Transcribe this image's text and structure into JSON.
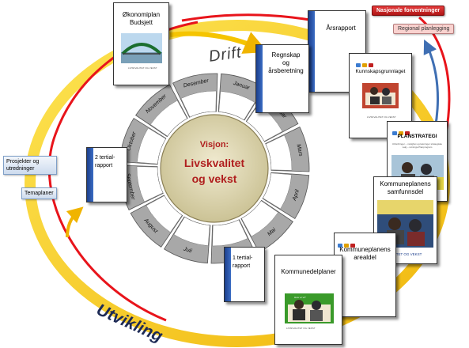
{
  "center": {
    "title": "Visjon:",
    "line1": "Livskvalitet",
    "line2": "og vekst"
  },
  "months": [
    "Januar",
    "Februar",
    "Mars",
    "April",
    "Mai",
    "Juni",
    "Juli",
    "August",
    "September",
    "Oktober",
    "November",
    "Desember"
  ],
  "labels": {
    "drift": "Drift",
    "utvikling": "Utvikling",
    "nasjonale": "Nasjonale forventninger",
    "regional": "Regional planlegging",
    "prosjekter": "Prosjekter og utredninger",
    "temaplaner": "Temaplaner"
  },
  "documents": {
    "okonomiplan": {
      "line1": "Økonomiplan",
      "line2": "Budsjett",
      "caption": "LIVSKVALITET OG VEKST"
    },
    "arsrapport": {
      "title": "Årsrapport"
    },
    "regnskap": {
      "line1": "Regnskap",
      "line2": "og",
      "line3": "årsberetning"
    },
    "kunnskap": {
      "title": "Kunnskapsgrunnlaget",
      "caption": "LIVSKVALITET OG VEKST"
    },
    "planstrategi": {
      "title": "PLANSTRATEGI",
      "sub": "Utfordringer – mulighet og løsninger strategiske valg – retnings-Planprogram"
    },
    "samfunnsdel": {
      "line1": "Kommuneplanens",
      "line2": "samfunnsdel",
      "footer": "LITET OG VEKST"
    },
    "arealdel": {
      "line1": "Kommuneplanens",
      "line2": "arealdel"
    },
    "delplaner": {
      "title": "Kommunedelplaner",
      "caption1": "Hvor er vi?",
      "caption2": "LIVSKVALITET OG VEKST"
    },
    "tertial2": {
      "line1": "2 tertial-",
      "line2": "rapport"
    },
    "tertial1": {
      "line1": "1 tertial-",
      "line2": "rapport"
    }
  },
  "colors": {
    "outer_ring": "#f5c400",
    "drift_arrow": "#e8141b",
    "regional_arrow": "#3f6fb3",
    "center_fill": "#d8d0a6",
    "center_text": "#b01e1e",
    "segment_fill": "#a8a8a8",
    "sub_segment_fill": "#ffffff"
  }
}
